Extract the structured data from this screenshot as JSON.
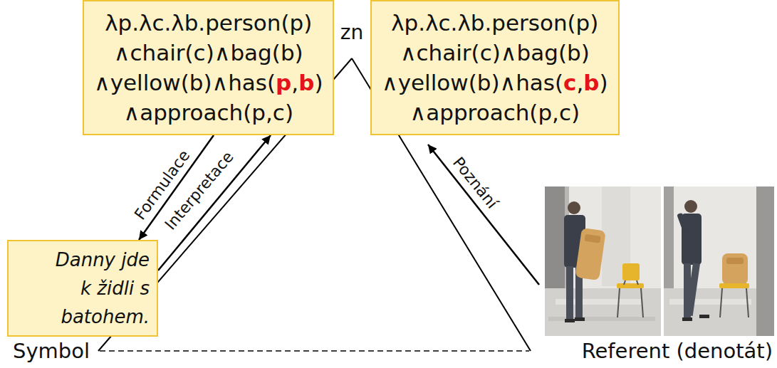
{
  "diagram": {
    "nodes": [
      {
        "text": [
          "λp.λc.λb.person(p) ∧chair(c)∧bag(b) ∧yellow(b)∧has(p,b) ∧approach(p,c)"
        ]
      },
      {
        "text": [
          "λp.λc.λb.person(p) ∧chair(c)∧bag(b) ∧yellow(b)∧has(c,b) ∧approach(p,c)"
        ]
      },
      {
        "text": [
          "Danny jde k židli s batohem."
        ]
      }
    ],
    "edges": [
      {
        "from": 0,
        "to": 2,
        "arrow": "to",
        "label": "Formulace"
      },
      {
        "from": 2,
        "to": 0,
        "arrow": "to",
        "label": "Interpretace"
      }
    ],
    "labels": [
      "zn",
      "Poznání",
      "Symbol",
      "Referent (denotát)"
    ]
  }
}
